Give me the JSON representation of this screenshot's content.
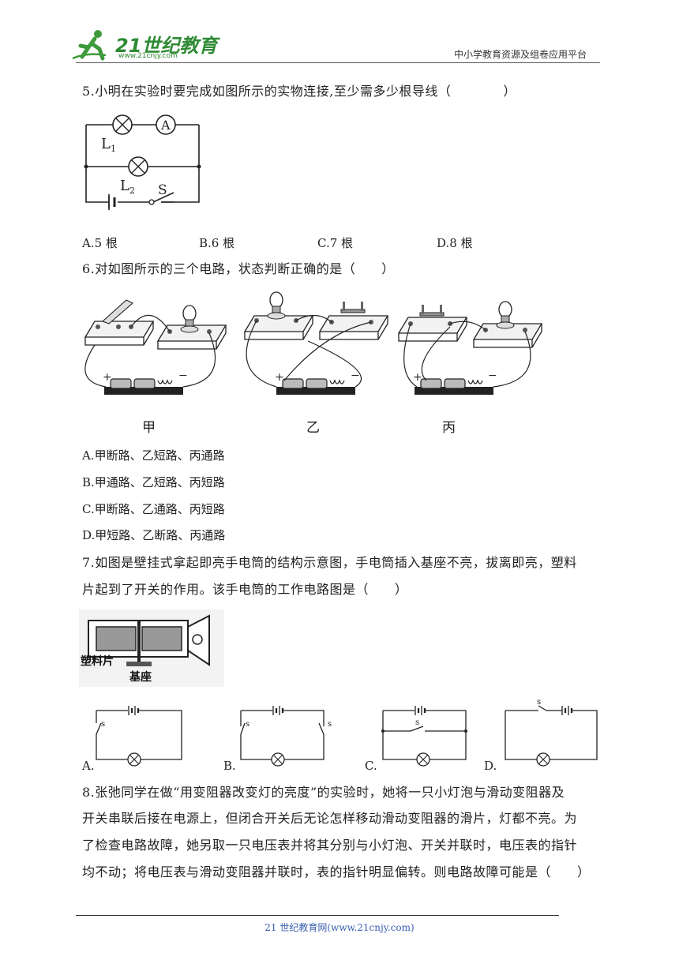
{
  "header": {
    "logo_text": "21世纪教育",
    "logo_url": "www.21cnjy.com",
    "right_text": "中小学教育资源及组卷应用平台"
  },
  "q5": {
    "text": "5.小明在实验时要完成如图所示的实物连接,至少需多少根导线（　　　　）",
    "labels": {
      "l1": "L",
      "l1_sub": "1",
      "l2": "L",
      "l2_sub": "2",
      "s": "S",
      "a": "A"
    },
    "options": [
      "A.5 根",
      "B.6 根",
      "C.7 根",
      "D.8 根"
    ]
  },
  "q6": {
    "text": "6.对如图所示的三个电路，状态判断正确的是（　　）",
    "captions": [
      "甲",
      "乙",
      "丙"
    ],
    "options": [
      "A.甲断路、乙短路、丙通路",
      "B.甲通路、乙短路、丙短路",
      "C.甲断路、乙通路、丙短路",
      "D.甲短路、乙断路、丙通路"
    ]
  },
  "q7": {
    "line1": "7.如图是壁挂式拿起即亮手电筒的结构示意图，手电筒插入基座不亮，拔离即亮，塑料",
    "line2": "片起到了开关的作用。该手电筒的工作电路图是（　　）",
    "figure_labels": {
      "plastic": "塑料片",
      "base": "基座"
    },
    "option_letters": [
      "A.",
      "B.",
      "C.",
      "D."
    ],
    "switch_label": "s"
  },
  "q8": {
    "lines": [
      "8.张弛同学在做“用变阻器改变灯的亮度”的实验时，她将一只小灯泡与滑动变阻器及",
      "开关串联后接在电源上，但闭合开关后无论怎样移动滑动变阻器的滑片，灯都不亮。为",
      "了检查电路故障，她另取一只电压表并将其分别与小灯泡、开关并联时，电压表的指针",
      "均不动；将电压表与滑动变阻器并联时，表的指针明显偏转。则电路故障可能是（　　）"
    ]
  },
  "footer": {
    "text": "21 世纪教育网(www.21cnjy.com)"
  }
}
